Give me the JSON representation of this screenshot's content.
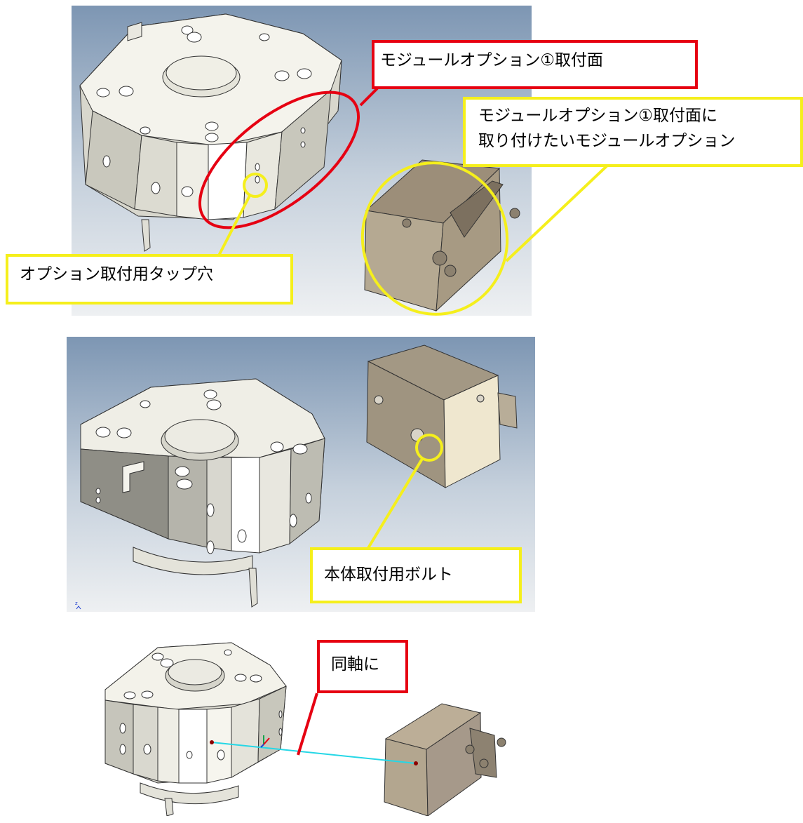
{
  "colors": {
    "red": "#e60012",
    "yellow": "#f5ef1c",
    "cyan": "#25d7e6"
  },
  "panel1": {
    "callout_mount_face": "モジュールオプション①取付面",
    "callout_module_line1": "モジュールオプション①取付面に",
    "callout_module_line2": "取り付けたいモジュールオプション",
    "callout_tap_hole": "オプション取付用タップ穴"
  },
  "panel2": {
    "callout_bolt": "本体取付用ボルト",
    "axis_label": "z"
  },
  "panel3": {
    "callout_coaxial": "同軸に"
  }
}
